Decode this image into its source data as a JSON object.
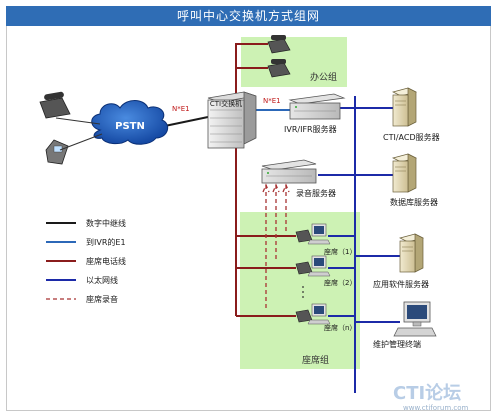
{
  "title": "呼叫中心交换机方式组网",
  "groups": {
    "office": "办公组",
    "agent": "座席组"
  },
  "nodes": {
    "pstn": "PSTN",
    "cti_switch": "CTI交换机",
    "ivr": "IVR/IFR服务器",
    "recording": "录音服务器",
    "cti_acd": "CTI/ACD服务器",
    "database": "数据库服务器",
    "app": "应用软件服务器",
    "maintenance": "维护管理终端"
  },
  "link_labels": {
    "pstn_link": "N*E1",
    "ivr_link": "N*E1"
  },
  "agents": [
    "座席（1）",
    "座席（2）",
    "座席（n）"
  ],
  "legend": [
    {
      "label": "数字中继线",
      "color": "#1a1a1a",
      "style": "solid"
    },
    {
      "label": "到IVR的E1",
      "color": "#2c68b8",
      "style": "solid"
    },
    {
      "label": "座席电话线",
      "color": "#8a1c1c",
      "style": "solid"
    },
    {
      "label": "以太网线",
      "color": "#1c2aa8",
      "style": "solid"
    },
    {
      "label": "座席录音",
      "color": "#a83232",
      "style": "dashed"
    }
  ],
  "watermark": {
    "logo_text": "CTI论坛",
    "url": "www.ctiforum.com"
  }
}
